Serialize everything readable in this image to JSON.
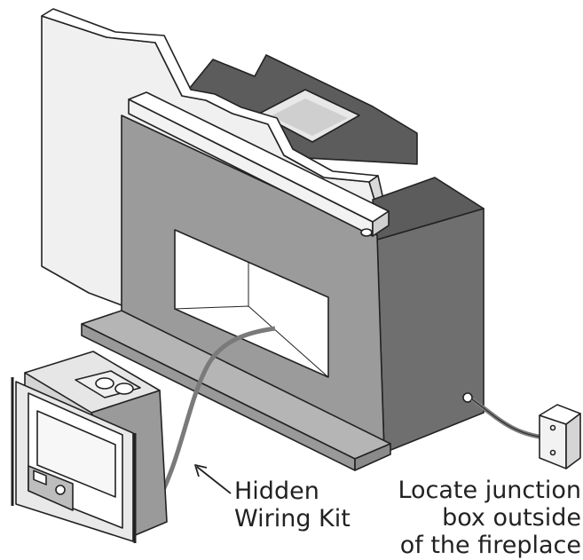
{
  "labels": {
    "wiring_kit": [
      "Hidden",
      "Wiring Kit"
    ],
    "junction_box": [
      "Locate junction",
      "box outside",
      "of the fireplace"
    ]
  },
  "colors": {
    "wall": "#f0f0f0",
    "wall_top": "#ffffff",
    "firebox_front": "#9b9b9b",
    "firebox_side": "#6f6f6f",
    "firebox_top": "#5c5c5c",
    "opening": "#ffffff",
    "hearth": "#b5b5b5",
    "cable": "#7a7a7a",
    "outline": "#222222"
  }
}
